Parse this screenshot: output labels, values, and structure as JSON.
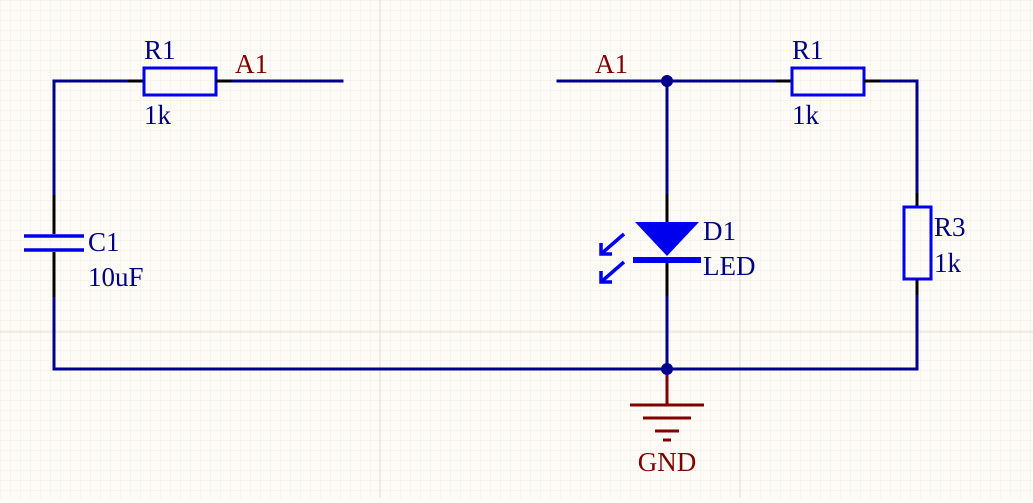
{
  "schematic": {
    "colors": {
      "background": "#fdfbf6",
      "grid_minor": "#f1eee7",
      "grid_major": "#e1ded6",
      "wire": "#00008b",
      "component": "#0000ee",
      "designator": "#000080",
      "net_label": "#800000"
    },
    "left_circuit": {
      "resistor": {
        "designator": "R1",
        "value": "1k"
      },
      "net_label": "A1",
      "capacitor": {
        "designator": "C1",
        "value": "10uF"
      }
    },
    "right_circuit": {
      "net_label": "A1",
      "resistor_top": {
        "designator": "R1",
        "value": "1k"
      },
      "led": {
        "designator": "D1",
        "value": "LED"
      },
      "resistor_side": {
        "designator": "R3",
        "value": "1k"
      },
      "ground": {
        "label": "GND",
        "icon": "ground-symbol-icon"
      }
    }
  }
}
